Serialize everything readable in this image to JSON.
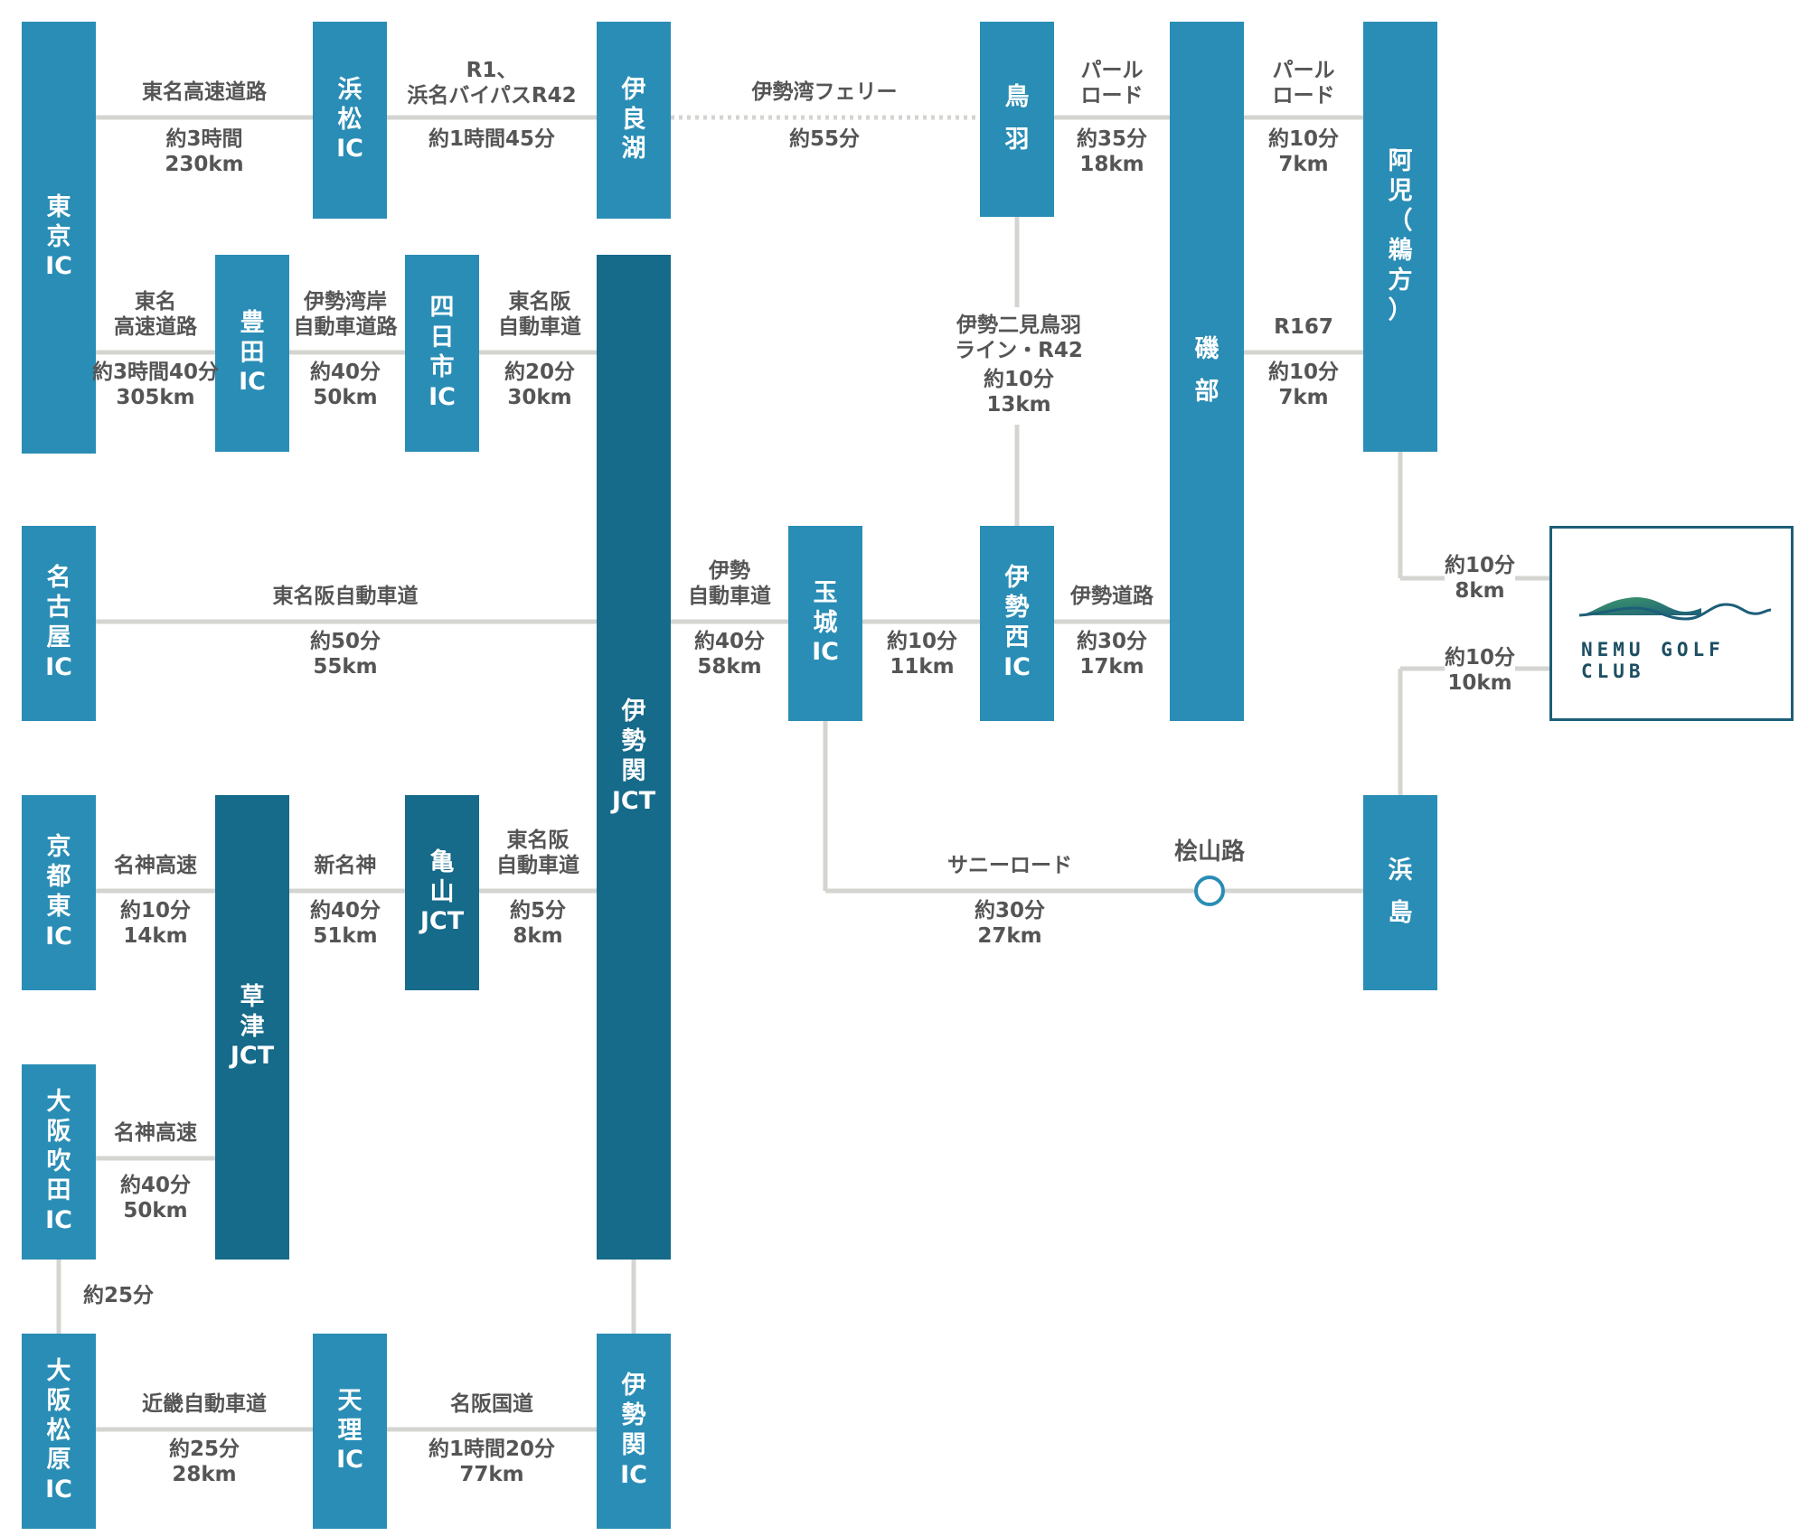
{
  "colors": {
    "node_light": "#2a8db5",
    "node_dark": "#166a8a",
    "road": "#d4d4d0",
    "text": "#555555",
    "logo_border": "#1d5e78",
    "logo_green": "#3f9a6a",
    "logo_blue": "#1d5e78"
  },
  "nodes": [
    {
      "id": "tokyo",
      "name": "東京IC",
      "lines": [
        "東",
        "京",
        "IC"
      ],
      "tone": "light"
    },
    {
      "id": "hamamatsu",
      "name": "浜松IC",
      "lines": [
        "浜",
        "松",
        "IC"
      ],
      "tone": "light"
    },
    {
      "id": "irago",
      "name": "伊良湖",
      "lines": [
        "伊",
        "良",
        "湖"
      ],
      "tone": "light"
    },
    {
      "id": "toba",
      "name": "鳥羽",
      "lines": [
        "鳥",
        "羽"
      ],
      "tone": "light"
    },
    {
      "id": "isobe",
      "name": "磯部",
      "lines": [
        "磯",
        "部"
      ],
      "tone": "light"
    },
    {
      "id": "ago",
      "name": "阿児（鵜方）",
      "lines": [
        "阿",
        "児",
        "（",
        "鵜",
        "方",
        "）"
      ],
      "tone": "light"
    },
    {
      "id": "toyota",
      "name": "豊田IC",
      "lines": [
        "豊",
        "田",
        "IC"
      ],
      "tone": "light"
    },
    {
      "id": "yokkaichi",
      "name": "四日市IC",
      "lines": [
        "四",
        "日",
        "市",
        "IC"
      ],
      "tone": "light"
    },
    {
      "id": "iseseki_jct",
      "name": "伊勢関JCT",
      "lines": [
        "伊",
        "勢",
        "関",
        "JCT"
      ],
      "tone": "dark"
    },
    {
      "id": "nagoya",
      "name": "名古屋IC",
      "lines": [
        "名",
        "古",
        "屋",
        "IC"
      ],
      "tone": "light"
    },
    {
      "id": "tamaki",
      "name": "玉城IC",
      "lines": [
        "玉",
        "城",
        "IC"
      ],
      "tone": "light"
    },
    {
      "id": "isenishi",
      "name": "伊勢西IC",
      "lines": [
        "伊",
        "勢",
        "西",
        "IC"
      ],
      "tone": "light"
    },
    {
      "id": "kyotohigashi",
      "name": "京都東IC",
      "lines": [
        "京",
        "都",
        "東",
        "IC"
      ],
      "tone": "light"
    },
    {
      "id": "kusatsu",
      "name": "草津JCT",
      "lines": [
        "草",
        "津",
        "JCT"
      ],
      "tone": "dark"
    },
    {
      "id": "kameyama",
      "name": "亀山JCT",
      "lines": [
        "亀",
        "山",
        "JCT"
      ],
      "tone": "dark"
    },
    {
      "id": "hamajima",
      "name": "浜島",
      "lines": [
        "浜",
        "島"
      ],
      "tone": "light"
    },
    {
      "id": "osakasuita",
      "name": "大阪吹田IC",
      "lines": [
        "大",
        "阪",
        "吹",
        "田",
        "IC"
      ],
      "tone": "light"
    },
    {
      "id": "osakamatsubara",
      "name": "大阪松原IC",
      "lines": [
        "大",
        "阪",
        "松",
        "原",
        "IC"
      ],
      "tone": "light"
    },
    {
      "id": "tenri",
      "name": "天理IC",
      "lines": [
        "天",
        "理",
        "IC"
      ],
      "tone": "light"
    },
    {
      "id": "iseseki_ic",
      "name": "伊勢関IC",
      "lines": [
        "伊",
        "勢",
        "関",
        "IC"
      ],
      "tone": "light"
    }
  ],
  "routes": [
    {
      "id": "r1",
      "road": "東名高速道路",
      "time": "約3時間",
      "dist": "230km"
    },
    {
      "id": "r2",
      "road": "R1、\n浜名バイパスR42",
      "time": "約1時間45分",
      "dist": ""
    },
    {
      "id": "r3",
      "road": "伊勢湾フェリー",
      "time": "約55分",
      "dist": "",
      "dashed": true
    },
    {
      "id": "r4",
      "road": "パール\nロード",
      "time": "約35分",
      "dist": "18km"
    },
    {
      "id": "r5",
      "road": "パール\nロード",
      "time": "約10分",
      "dist": "7km"
    },
    {
      "id": "r6",
      "road": "東名\n高速道路",
      "time": "約3時間40分",
      "dist": "305km"
    },
    {
      "id": "r7",
      "road": "伊勢湾岸\n自動車道路",
      "time": "約40分",
      "dist": "50km"
    },
    {
      "id": "r8",
      "road": "東名阪\n自動車道",
      "time": "約20分",
      "dist": "30km"
    },
    {
      "id": "r9",
      "road": "R167",
      "time": "約10分",
      "dist": "7km"
    },
    {
      "id": "r10",
      "road": "伊勢二見鳥羽\nライン・R42",
      "time": "約10分",
      "dist": "13km"
    },
    {
      "id": "r11",
      "road": "東名阪自動車道",
      "time": "約50分",
      "dist": "55km"
    },
    {
      "id": "r12",
      "road": "伊勢\n自動車道",
      "time": "約40分",
      "dist": "58km"
    },
    {
      "id": "r13",
      "road": "",
      "time": "約10分",
      "dist": "11km"
    },
    {
      "id": "r14",
      "road": "伊勢道路",
      "time": "約30分",
      "dist": "17km"
    },
    {
      "id": "r15",
      "road": "",
      "time": "約10分",
      "dist": "8km"
    },
    {
      "id": "r16",
      "road": "",
      "time": "約10分",
      "dist": "10km"
    },
    {
      "id": "r17",
      "road": "名神高速",
      "time": "約10分",
      "dist": "14km"
    },
    {
      "id": "r18",
      "road": "新名神",
      "time": "約40分",
      "dist": "51km"
    },
    {
      "id": "r19",
      "road": "東名阪\n自動車道",
      "time": "約5分",
      "dist": "8km"
    },
    {
      "id": "r20",
      "road": "サニーロード",
      "time": "約30分",
      "dist": "27km"
    },
    {
      "id": "r21",
      "road": "名神高速",
      "time": "約40分",
      "dist": "50km"
    },
    {
      "id": "r22",
      "road": "",
      "time": "約25分",
      "dist": ""
    },
    {
      "id": "r23",
      "road": "近畿自動車道",
      "time": "約25分",
      "dist": "28km"
    },
    {
      "id": "r24",
      "road": "名阪国道",
      "time": "約1時間20分",
      "dist": "77km"
    }
  ],
  "waypoint": {
    "name": "桧山路"
  },
  "destination": {
    "name": "NEMU GOLF CLUB"
  }
}
